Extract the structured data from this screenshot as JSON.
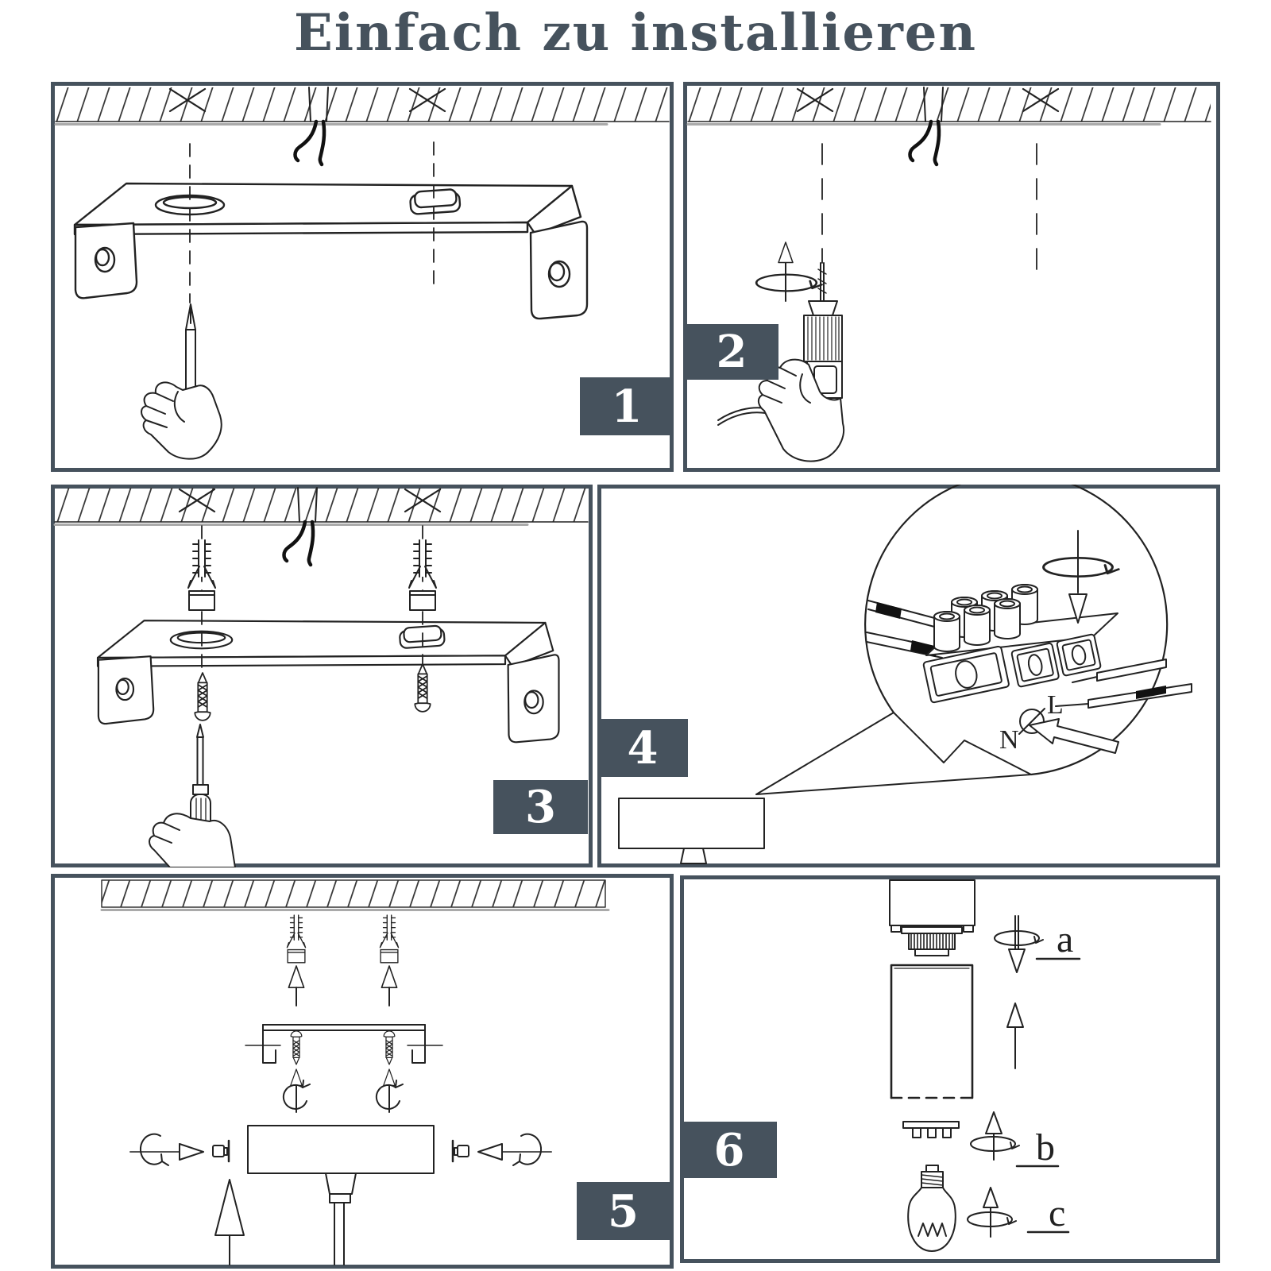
{
  "title": "Einfach zu installieren",
  "colors": {
    "accent": "#46525D",
    "line": "#222222",
    "background": "#ffffff"
  },
  "steps": [
    {
      "number": "1",
      "illustration": "pencil-marks-bracket-holes-on-ceiling"
    },
    {
      "number": "2",
      "illustration": "drill-holes-at-marks"
    },
    {
      "number": "3",
      "illustration": "insert-wall-plugs-screw-bracket"
    },
    {
      "number": "4",
      "illustration": "connect-wires-to-terminal-block",
      "wiring_labels": {
        "live": "L",
        "neutral": "N"
      }
    },
    {
      "number": "5",
      "illustration": "fix-canopy-with-side-screws"
    },
    {
      "number": "6",
      "illustration": "attach-shade-ring-and-bulb",
      "part_labels": [
        "a",
        "b",
        "c"
      ]
    }
  ]
}
